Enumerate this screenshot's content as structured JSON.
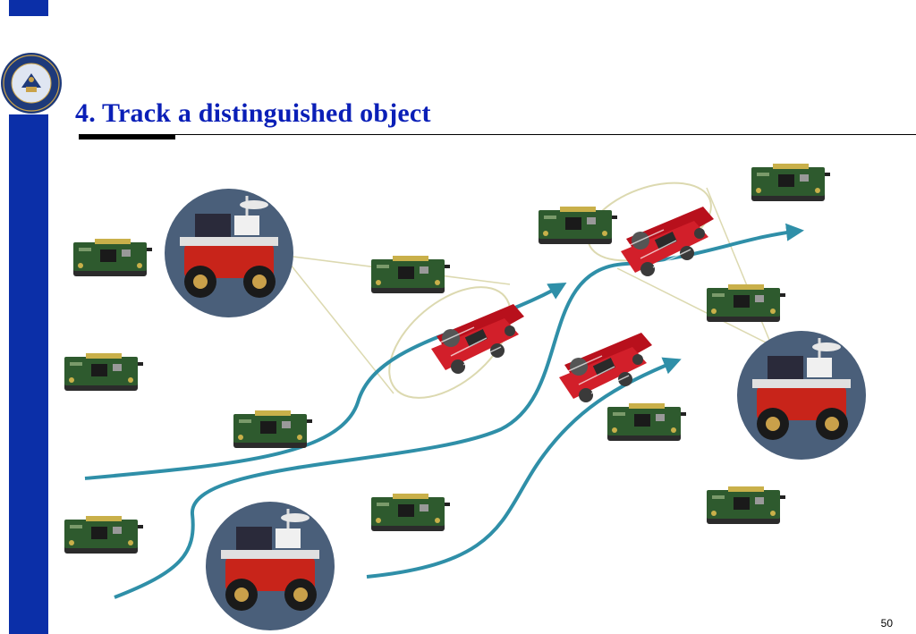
{
  "slide": {
    "title": "4. Track a distinguished object",
    "page_number": "50"
  },
  "logo": {
    "name": "university-seal",
    "colors": {
      "ring": "#1e3a7a",
      "gold": "#c9a24a",
      "inner": "#dfe6f2"
    }
  },
  "colors": {
    "accent_bar": "#0b2fa8",
    "title": "#0a1fb7",
    "track": "#2f8fa8",
    "ellipse": "#dcd9b0",
    "sensor_board": "#2e5a2e",
    "robot_body": "#c8241a",
    "tracked_vehicle": "#b8101c"
  },
  "icons": [
    "sensor-board-icon",
    "mobile-robot-icon",
    "tracked-vehicle-icon",
    "track-arrow-icon"
  ]
}
